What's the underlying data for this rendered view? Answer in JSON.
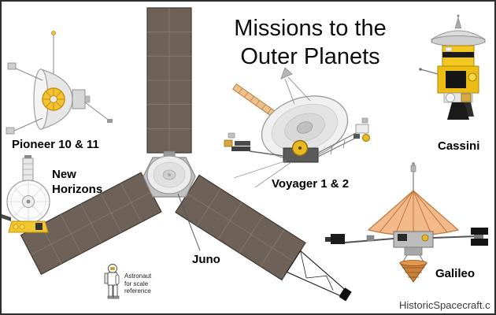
{
  "title": {
    "line1": "Missions to the",
    "line2": "Outer Planets"
  },
  "labels": {
    "pioneer": "Pioneer 10 & 11",
    "new_horizons_line1": "New",
    "new_horizons_line2": "Horizons",
    "voyager": "Voyager 1 & 2",
    "juno": "Juno",
    "cassini": "Cassini",
    "galileo": "Galileo"
  },
  "scale_note": {
    "line1": "Astronaut",
    "line2": "for scale",
    "line3": "reference"
  },
  "watermark": "HistoricSpacecraft.c",
  "colors": {
    "gold": "#f2c230",
    "cassini_yellow": "#f3c71d",
    "juno_panel_brown": "#6e6158",
    "galileo_orange": "#f2b98a",
    "probe_copper": "#c9813c",
    "record_gold": "#e8b923",
    "background": "#ffffff",
    "border": "#2e2e2e"
  }
}
